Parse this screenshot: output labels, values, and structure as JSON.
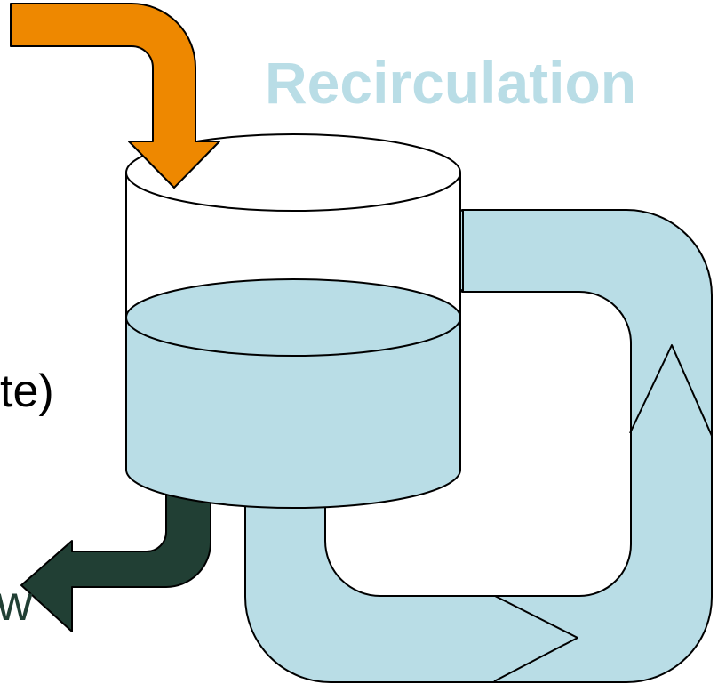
{
  "diagram": {
    "title_text": "Recirculation",
    "side_text": "te)",
    "outflow_text": "w",
    "colors": {
      "inflow_arrow": "#ee8800",
      "recirculation": "#b9dde6",
      "outflow_arrow": "#213f34",
      "outline": "#000000",
      "title_text": "#b9dde6",
      "side_text": "#000000",
      "outflow_text": "#213f34"
    },
    "icons": {
      "inflow": "arrow-down-icon",
      "recirculation": "loop-arrow-icon",
      "outflow": "arrow-left-icon"
    }
  }
}
